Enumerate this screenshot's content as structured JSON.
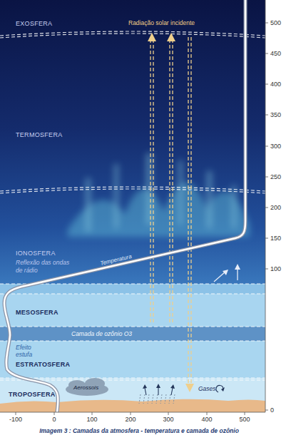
{
  "diagram": {
    "caption": "Imagem 3 : Camadas da atmosfera - temperatura e camada de ozônio",
    "nodes": [
      {
        "text": [
          "EXOSFERA"
        ]
      },
      {
        "text": [
          "TERMOSFERA"
        ]
      },
      {
        "text": [
          "IONOSFERA",
          "Reflexão das ondas de rádio"
        ]
      },
      {
        "text": [
          "MESOSFERA"
        ]
      },
      {
        "text": [
          "Camada de ozônio O3"
        ]
      },
      {
        "text": [
          "ESTRATOSFERA"
        ]
      },
      {
        "text": [
          "TROPOSFERA"
        ]
      }
    ],
    "labels": [
      "Radiação solar incidente",
      "Temperatura",
      "Efeito estufa",
      "Aerossois",
      "Gases",
      "500",
      "450",
      "400",
      "350",
      "300",
      "250",
      "200",
      "150",
      "100",
      "0",
      "-100",
      "0",
      "100",
      "200",
      "300",
      "400",
      "500"
    ]
  }
}
